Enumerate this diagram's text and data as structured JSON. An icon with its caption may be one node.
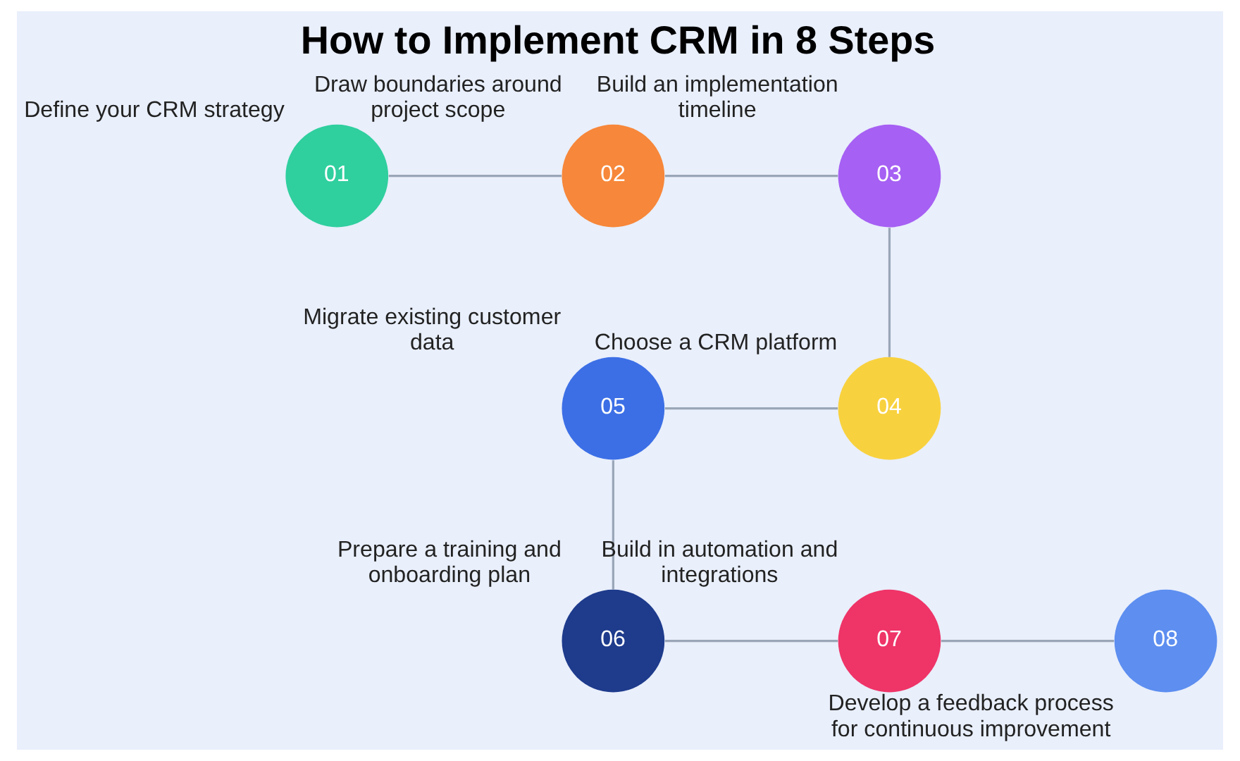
{
  "diagram": {
    "title": "How to Implement CRM in 8 Steps",
    "nodes": [
      {
        "text": [
          "01"
        ],
        "beside": [
          "Define your CRM strategy"
        ]
      },
      {
        "text": [
          "02"
        ],
        "beside": [
          "Draw boundaries around project scope"
        ]
      },
      {
        "text": [
          "03"
        ],
        "beside": [
          "Build an implementation timeline"
        ]
      },
      {
        "text": [
          "04"
        ],
        "beside": [
          "Choose a CRM platform"
        ]
      },
      {
        "text": [
          "05"
        ],
        "beside": [
          "Migrate existing customer data"
        ]
      },
      {
        "text": [
          "06"
        ],
        "beside": [
          "Prepare a training and onboarding plan"
        ]
      },
      {
        "text": [
          "07"
        ],
        "beside": [
          "Build in automation and integrations"
        ]
      },
      {
        "text": [
          "08"
        ],
        "beside": [
          "Develop a feedback process for continuous improvement"
        ]
      }
    ],
    "edges": [
      {
        "from": 0,
        "to": 1,
        "arrow": "none"
      },
      {
        "from": 1,
        "to": 2,
        "arrow": "none"
      },
      {
        "from": 2,
        "to": 3,
        "arrow": "none"
      },
      {
        "from": 3,
        "to": 4,
        "arrow": "none"
      },
      {
        "from": 4,
        "to": 5,
        "arrow": "none"
      },
      {
        "from": 5,
        "to": 6,
        "arrow": "none"
      },
      {
        "from": 6,
        "to": 7,
        "arrow": "none"
      }
    ]
  }
}
